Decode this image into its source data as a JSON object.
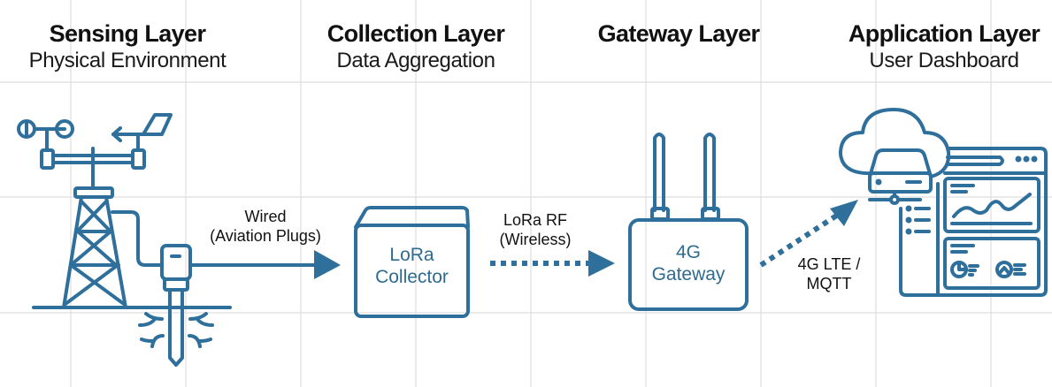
{
  "colors": {
    "accent": "#2f6f9c",
    "grid": "#dcdcdc",
    "text": "#111111",
    "box_text": "#2f6a90"
  },
  "layers": [
    {
      "title": "Sensing Layer",
      "subtitle": "Physical Environment",
      "icon": "weather-station-and-soil-sensor-icon"
    },
    {
      "title": "Collection Layer",
      "subtitle": "Data Aggregation",
      "icon": "lora-collector-box-icon"
    },
    {
      "title": "Gateway Layer",
      "subtitle": "",
      "icon": "4g-gateway-router-icon"
    },
    {
      "title": "Application Layer",
      "subtitle": "User Dashboard",
      "icon": "cloud-server-dashboard-icon"
    }
  ],
  "connections": [
    {
      "label_line1": "Wired",
      "label_line2": "(Aviation Plugs)",
      "style": "solid"
    },
    {
      "label_line1": "LoRa RF",
      "label_line2": "(Wireless)",
      "style": "dotted"
    },
    {
      "label_line1": "4G LTE /",
      "label_line2": "MQTT",
      "style": "dotted"
    }
  ],
  "nodes": {
    "collector": {
      "line1": "LoRa",
      "line2": "Collector"
    },
    "gateway": {
      "line1": "4G",
      "line2": "Gateway"
    }
  }
}
